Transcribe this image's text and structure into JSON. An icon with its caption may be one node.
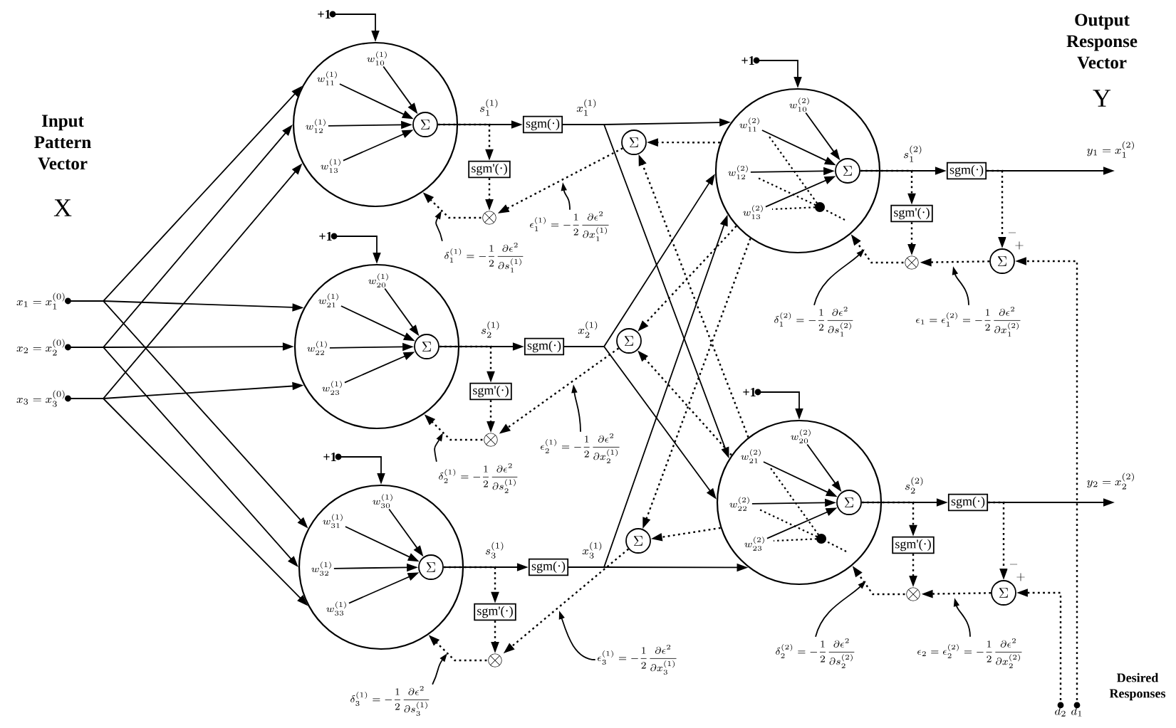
{
  "diagram": {
    "nodes": [
      {
        "text": [
          "x_1 = x_1^{(0)}"
        ]
      },
      {
        "text": [
          "x_2 = x_2^{(0)}"
        ]
      },
      {
        "text": [
          "x_3 = x_3^{(0)}"
        ]
      },
      {
        "text": [
          "+1"
        ]
      },
      {
        "text": [],
        "shape": "circle"
      },
      {
        "text": [
          "w^{(1)}_{10}"
        ],
        "in": 4
      },
      {
        "text": [
          "w^{(1)}_{11}"
        ],
        "in": 4
      },
      {
        "text": [
          "w^{(1)}_{12}"
        ],
        "in": 4
      },
      {
        "text": [
          "w^{(1)}_{13}"
        ],
        "in": 4
      },
      {
        "text": [
          "\\Sigma"
        ],
        "in": 4
      },
      {
        "text": [
          "sgm(·)"
        ]
      },
      {
        "text": [
          "sgm'(·)"
        ]
      },
      {
        "text": [
          "\\otimes"
        ]
      },
      {
        "text": [
          "\\delta_1^{(1)} = -\\frac{1}{2}\\frac{\\partial\\epsilon^2}{\\partial s_1^{(1)}}"
        ]
      },
      {
        "text": [
          "\\epsilon_1^{(1)} = -\\frac{1}{2}\\frac{\\partial\\epsilon^2}{\\partial x_1^{(1)}}"
        ]
      },
      {
        "text": [
          "+1"
        ]
      },
      {
        "text": [],
        "shape": "circle"
      },
      {
        "text": [
          "w^{(1)}_{20}"
        ],
        "in": 16
      },
      {
        "text": [
          "w^{(1)}_{21}"
        ],
        "in": 16
      },
      {
        "text": [
          "w^{(1)}_{22}"
        ],
        "in": 16
      },
      {
        "text": [
          "w^{(1)}_{23}"
        ],
        "in": 16
      },
      {
        "text": [
          "\\Sigma"
        ],
        "in": 16
      },
      {
        "text": [
          "sgm(·)"
        ]
      },
      {
        "text": [
          "sgm'(·)"
        ]
      },
      {
        "text": [
          "\\otimes"
        ]
      },
      {
        "text": [
          "\\delta_2^{(1)} = -\\frac{1}{2}\\frac{\\partial\\epsilon^2}{\\partial s_2^{(1)}}"
        ]
      },
      {
        "text": [
          "\\epsilon_2^{(1)} = -\\frac{1}{2}\\frac{\\partial\\epsilon^2}{\\partial x_2^{(1)}}"
        ]
      },
      {
        "text": [
          "+1"
        ]
      },
      {
        "text": [],
        "shape": "circle"
      },
      {
        "text": [
          "w^{(1)}_{30}"
        ],
        "in": 28
      },
      {
        "text": [
          "w^{(1)}_{31}"
        ],
        "in": 28
      },
      {
        "text": [
          "w^{(1)}_{32}"
        ],
        "in": 28
      },
      {
        "text": [
          "w^{(1)}_{33}"
        ],
        "in": 28
      },
      {
        "text": [
          "\\Sigma"
        ],
        "in": 28
      },
      {
        "text": [
          "sgm(·)"
        ]
      },
      {
        "text": [
          "sgm'(·)"
        ]
      },
      {
        "text": [
          "\\otimes"
        ]
      },
      {
        "text": [
          "\\delta_3^{(1)} = -\\frac{1}{2}\\frac{\\partial\\epsilon^2}{\\partial s_3^{(1)}}"
        ]
      },
      {
        "text": [
          "\\epsilon_3^{(1)} = -\\frac{1}{2}\\frac{\\partial\\epsilon^2}{\\partial x_3^{(1)}}"
        ]
      },
      {
        "text": [
          "\\Sigma"
        ]
      },
      {
        "text": [
          "\\Sigma"
        ]
      },
      {
        "text": [
          "\\Sigma"
        ]
      },
      {
        "text": [
          "+1"
        ]
      },
      {
        "text": [],
        "shape": "circle"
      },
      {
        "text": [
          "w^{(2)}_{10}"
        ],
        "in": 43
      },
      {
        "text": [
          "w^{(2)}_{11}"
        ],
        "in": 43
      },
      {
        "text": [
          "w^{(2)}_{12}"
        ],
        "in": 43
      },
      {
        "text": [
          "w^{(2)}_{13}"
        ],
        "in": 43
      },
      {
        "text": [
          "\\Sigma"
        ],
        "in": 43
      },
      {
        "text": [
          "sgm(·)"
        ]
      },
      {
        "text": [
          "sgm'(·)"
        ]
      },
      {
        "text": [
          "\\otimes"
        ]
      },
      {
        "text": [
          "\\Sigma"
        ]
      },
      {
        "text": [
          "\\delta_1^{(2)} = -\\frac{1}{2}\\frac{\\partial\\epsilon^2}{\\partial s_1^{(2)}}"
        ]
      },
      {
        "text": [
          "\\epsilon_1 = \\epsilon_1^{(2)} = -\\frac{1}{2}\\frac{\\partial\\epsilon^2}{\\partial x_1^{(2)}}"
        ]
      },
      {
        "text": [
          "+1"
        ]
      },
      {
        "text": [],
        "shape": "circle"
      },
      {
        "text": [
          "w^{(2)}_{20}"
        ],
        "in": 56
      },
      {
        "text": [
          "w^{(2)}_{21}"
        ],
        "in": 56
      },
      {
        "text": [
          "w^{(2)}_{22}"
        ],
        "in": 56
      },
      {
        "text": [
          "w^{(2)}_{23}"
        ],
        "in": 56
      },
      {
        "text": [
          "\\Sigma"
        ],
        "in": 56
      },
      {
        "text": [
          "sgm(·)"
        ]
      },
      {
        "text": [
          "sgm'(·)"
        ]
      },
      {
        "text": [
          "\\otimes"
        ]
      },
      {
        "text": [
          "\\Sigma"
        ]
      },
      {
        "text": [
          "\\delta_2^{(2)} = -\\frac{1}{2}\\frac{\\partial\\epsilon^2}{\\partial s_2^{(2)}}"
        ]
      },
      {
        "text": [
          "\\epsilon_2 = \\epsilon_2^{(2)} = -\\frac{1}{2}\\frac{\\partial\\epsilon^2}{\\partial x_2^{(2)}}"
        ]
      },
      {
        "text": [
          "d_2"
        ]
      },
      {
        "text": [
          "d_1"
        ]
      }
    ],
    "edges": [
      {
        "from": 0,
        "to": 4,
        "arrow": "to"
      },
      {
        "from": 0,
        "to": 16,
        "arrow": "to"
      },
      {
        "from": 0,
        "to": 28,
        "arrow": "to"
      },
      {
        "from": 1,
        "to": 4,
        "arrow": "to"
      },
      {
        "from": 1,
        "to": 16,
        "arrow": "to"
      },
      {
        "from": 1,
        "to": 28,
        "arrow": "to"
      },
      {
        "from": 2,
        "to": 4,
        "arrow": "to"
      },
      {
        "from": 2,
        "to": 16,
        "arrow": "to"
      },
      {
        "from": 2,
        "to": 28,
        "arrow": "to"
      },
      {
        "from": 3,
        "to": 4,
        "arrow": "to"
      },
      {
        "from": 5,
        "to": 9,
        "arrow": "to"
      },
      {
        "from": 6,
        "to": 9,
        "arrow": "to"
      },
      {
        "from": 7,
        "to": 9,
        "arrow": "to"
      },
      {
        "from": 8,
        "to": 9,
        "arrow": "to"
      },
      {
        "from": 9,
        "to": 10,
        "arrow": "to",
        "label": "s_1^{(1)}"
      },
      {
        "from": 9,
        "to": 11,
        "arrow": "to",
        "style": "dashed"
      },
      {
        "from": 11,
        "to": 12,
        "arrow": "to",
        "style": "dashed"
      },
      {
        "from": 12,
        "to": 4,
        "arrow": "to",
        "style": "dashed"
      },
      {
        "from": 13,
        "to": null,
        "arrow": "to"
      },
      {
        "from": 14,
        "to": null,
        "arrow": "to"
      },
      {
        "from": 15,
        "to": 16,
        "arrow": "to"
      },
      {
        "from": 17,
        "to": 21,
        "arrow": "to"
      },
      {
        "from": 18,
        "to": 21,
        "arrow": "to"
      },
      {
        "from": 19,
        "to": 21,
        "arrow": "to"
      },
      {
        "from": 20,
        "to": 21,
        "arrow": "to"
      },
      {
        "from": 21,
        "to": 22,
        "arrow": "to",
        "label": "s_2^{(1)}"
      },
      {
        "from": 21,
        "to": 23,
        "arrow": "to",
        "style": "dashed"
      },
      {
        "from": 23,
        "to": 24,
        "arrow": "to",
        "style": "dashed"
      },
      {
        "from": 24,
        "to": 16,
        "arrow": "to",
        "style": "dashed"
      },
      {
        "from": 25,
        "to": null,
        "arrow": "to"
      },
      {
        "from": 26,
        "to": null,
        "arrow": "to"
      },
      {
        "from": 27,
        "to": 28,
        "arrow": "to"
      },
      {
        "from": 29,
        "to": 33,
        "arrow": "to"
      },
      {
        "from": 30,
        "to": 33,
        "arrow": "to"
      },
      {
        "from": 31,
        "to": 33,
        "arrow": "to"
      },
      {
        "from": 32,
        "to": 33,
        "arrow": "to"
      },
      {
        "from": 33,
        "to": 34,
        "arrow": "to",
        "label": "s_3^{(1)}"
      },
      {
        "from": 33,
        "to": 35,
        "arrow": "to",
        "style": "dashed"
      },
      {
        "from": 35,
        "to": 36,
        "arrow": "to",
        "style": "dashed"
      },
      {
        "from": 36,
        "to": 28,
        "arrow": "to",
        "style": "dashed"
      },
      {
        "from": 37,
        "to": null,
        "arrow": "to"
      },
      {
        "from": 38,
        "to": null,
        "arrow": "to"
      },
      {
        "from": 10,
        "to": 43,
        "arrow": "to",
        "label": "x_1^{(1)}"
      },
      {
        "from": 10,
        "to": 56,
        "arrow": "to"
      },
      {
        "from": 22,
        "to": 43,
        "arrow": "to",
        "label": "x_2^{(1)}"
      },
      {
        "from": 22,
        "to": 56,
        "arrow": "to"
      },
      {
        "from": 34,
        "to": 43,
        "arrow": "to",
        "label": "x_3^{(1)}"
      },
      {
        "from": 34,
        "to": 56,
        "arrow": "to"
      },
      {
        "from": 43,
        "to": 39,
        "arrow": "to",
        "style": "dashed"
      },
      {
        "from": 56,
        "to": 39,
        "arrow": "to",
        "style": "dashed"
      },
      {
        "from": 43,
        "to": 40,
        "arrow": "to",
        "style": "dashed"
      },
      {
        "from": 56,
        "to": 40,
        "arrow": "to",
        "style": "dashed"
      },
      {
        "from": 43,
        "to": 41,
        "arrow": "to",
        "style": "dashed"
      },
      {
        "from": 56,
        "to": 41,
        "arrow": "to",
        "style": "dashed"
      },
      {
        "from": 39,
        "to": 12,
        "arrow": "to",
        "style": "dashed"
      },
      {
        "from": 40,
        "to": 24,
        "arrow": "to",
        "style": "dashed"
      },
      {
        "from": 41,
        "to": 36,
        "arrow": "to",
        "style": "dashed"
      },
      {
        "from": 42,
        "to": 43,
        "arrow": "to"
      },
      {
        "from": 44,
        "to": 48,
        "arrow": "to"
      },
      {
        "from": 45,
        "to": 48,
        "arrow": "to"
      },
      {
        "from": 46,
        "to": 48,
        "arrow": "to"
      },
      {
        "from": 47,
        "to": 48,
        "arrow": "to"
      },
      {
        "from": 48,
        "to": 49,
        "arrow": "to",
        "label": "s_1^{(2)}"
      },
      {
        "from": 48,
        "to": 50,
        "arrow": "to",
        "style": "dashed"
      },
      {
        "from": 50,
        "to": 51,
        "arrow": "to",
        "style": "dashed"
      },
      {
        "from": 51,
        "to": 43,
        "arrow": "to",
        "style": "dashed"
      },
      {
        "from": 49,
        "to": null,
        "arrow": "to",
        "label": "y_1 = x_1^{(2)}"
      },
      {
        "from": 49,
        "to": 52,
        "arrow": "to",
        "style": "dashed",
        "label": "-"
      },
      {
        "from": 52,
        "to": 51,
        "arrow": "to",
        "style": "dashed"
      },
      {
        "from": 53,
        "to": null,
        "arrow": "to"
      },
      {
        "from": 54,
        "to": null,
        "arrow": "to"
      },
      {
        "from": 55,
        "to": 56,
        "arrow": "to"
      },
      {
        "from": 57,
        "to": 61,
        "arrow": "to"
      },
      {
        "from": 58,
        "to": 61,
        "arrow": "to"
      },
      {
        "from": 59,
        "to": 61,
        "arrow": "to"
      },
      {
        "from": 60,
        "to": 61,
        "arrow": "to"
      },
      {
        "from": 61,
        "to": 62,
        "arrow": "to",
        "label": "s_2^{(2)}"
      },
      {
        "from": 61,
        "to": 63,
        "arrow": "to",
        "style": "dashed"
      },
      {
        "from": 63,
        "to": 64,
        "arrow": "to",
        "style": "dashed"
      },
      {
        "from": 64,
        "to": 56,
        "arrow": "to",
        "style": "dashed"
      },
      {
        "from": 62,
        "to": null,
        "arrow": "to",
        "label": "y_2 = x_2^{(2)}"
      },
      {
        "from": 62,
        "to": 65,
        "arrow": "to",
        "style": "dashed",
        "label": "-"
      },
      {
        "from": 65,
        "to": 64,
        "arrow": "to",
        "style": "dashed"
      },
      {
        "from": 66,
        "to": null,
        "arrow": "to"
      },
      {
        "from": 67,
        "to": null,
        "arrow": "to"
      },
      {
        "from": 69,
        "to": 52,
        "arrow": "to",
        "style": "dashed",
        "label": "+"
      },
      {
        "from": 68,
        "to": 65,
        "arrow": "to",
        "style": "dashed",
        "label": "+"
      }
    ],
    "labels": [
      "Input Pattern Vector",
      "X",
      "Output Response Vector",
      "Y",
      "Desired Responses"
    ]
  }
}
